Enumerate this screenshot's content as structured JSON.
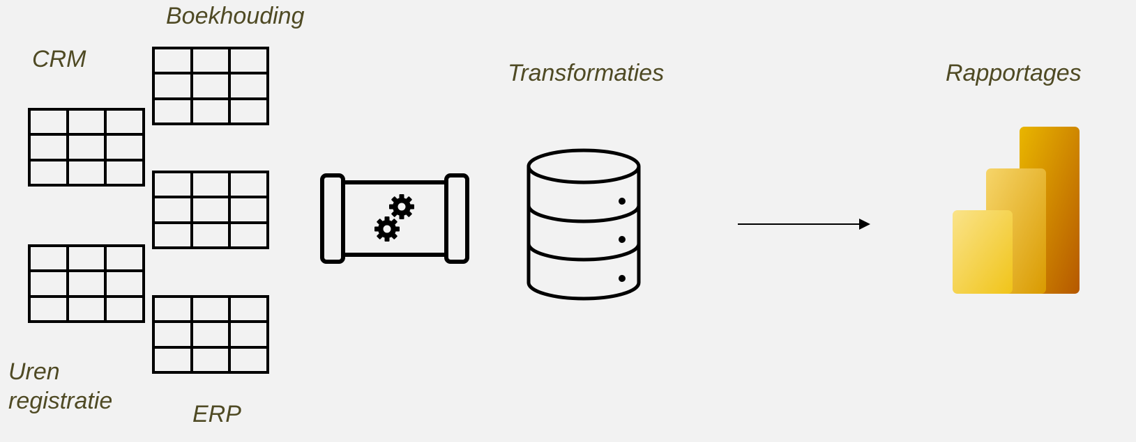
{
  "labels": {
    "crm": "CRM",
    "boekhouding": "Boekhouding",
    "uren": "Uren",
    "registratie": "registratie",
    "erp": "ERP",
    "transformaties": "Transformaties",
    "rapportages": "Rapportages"
  },
  "icons": {
    "source_table": "table-icon",
    "pipeline": "pipeline-gears-icon",
    "database": "database-icon",
    "report": "power-bi-icon",
    "arrow": "arrow-right-icon"
  },
  "colors": {
    "background": "#f2f2f2",
    "label_text": "#4f4a24",
    "stroke": "#000000",
    "report_light": "#f6d44a",
    "report_mid": "#e7a900",
    "report_dark": "#b65a00"
  }
}
